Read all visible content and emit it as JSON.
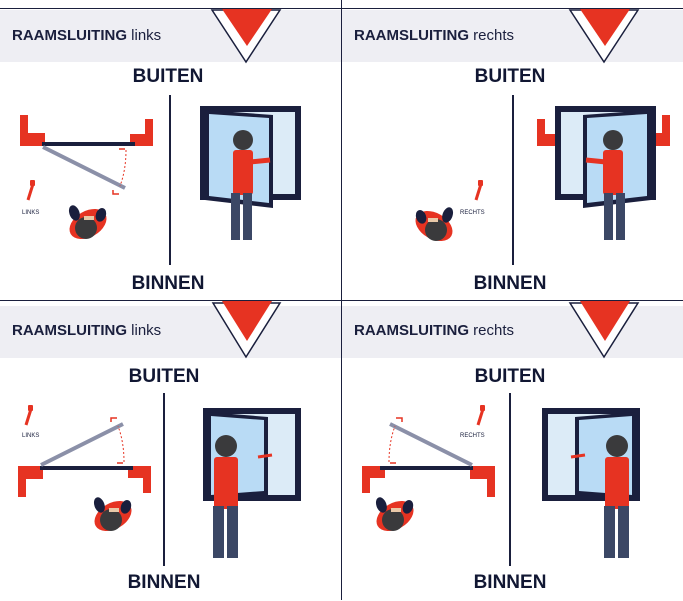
{
  "panels": [
    {
      "title_bold": "RAAMSLUITING",
      "title_rest": "links",
      "outside": "BUITEN",
      "inside": "BINNEN",
      "handle_label": "LINKS"
    },
    {
      "title_bold": "RAAMSLUITING",
      "title_rest": "rechts",
      "outside": "BUITEN",
      "inside": "BINNEN",
      "handle_label": "RECHTS"
    },
    {
      "title_bold": "RAAMSLUITING",
      "title_rest": "links",
      "outside": "BUITEN",
      "inside": "BINNEN",
      "handle_label": "LINKS"
    },
    {
      "title_bold": "RAAMSLUITING",
      "title_rest": "rechts",
      "outside": "BUITEN",
      "inside": "BINNEN",
      "handle_label": "RECHTS"
    }
  ],
  "colors": {
    "navy": "#1a1f3d",
    "red": "#e63322",
    "header_bg": "#eeeef3"
  }
}
